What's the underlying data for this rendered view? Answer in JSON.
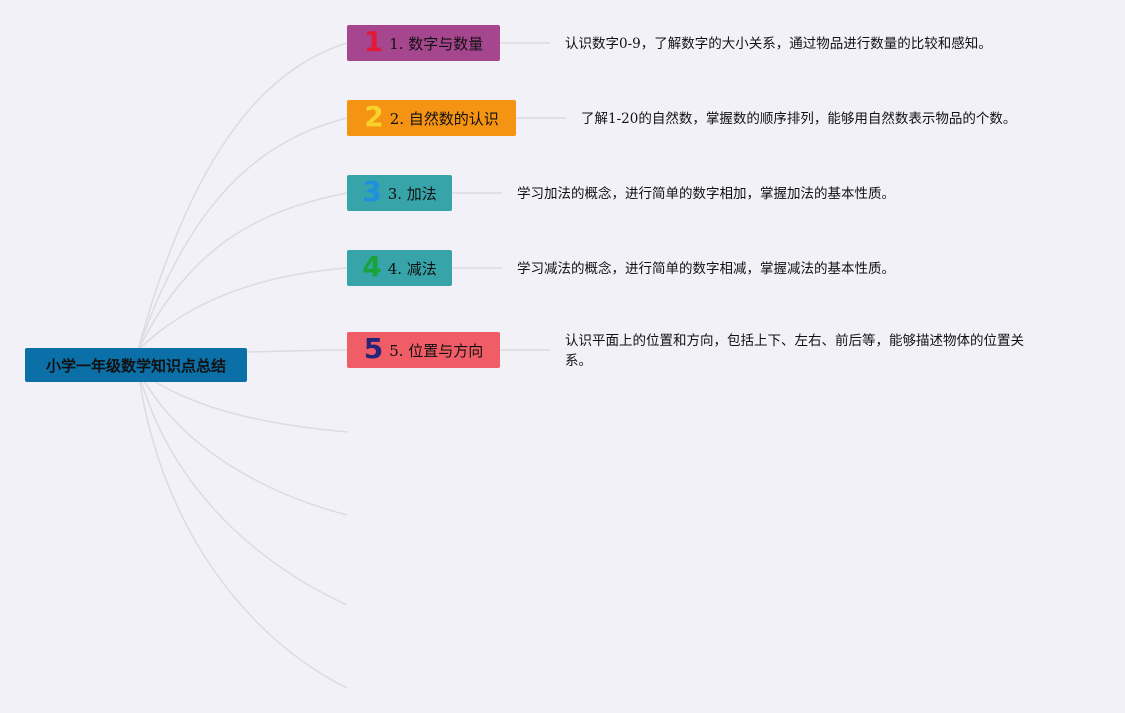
{
  "root": {
    "label": "小学一年级数学知识点总结",
    "color": "#0b6fa8"
  },
  "topics": [
    {
      "icon": "1",
      "icon_name": "number-one-icon",
      "icon_color": "#e21a3a",
      "label": "1. 数字与数量",
      "color": "#a5468f",
      "description": "认识数字0-9，了解数字的大小关系，通过物品进行数量的比较和感知。"
    },
    {
      "icon": "2",
      "icon_name": "number-two-icon",
      "icon_color": "#f7d22b",
      "label": "2. 自然数的认识",
      "color": "#f59313",
      "description": "了解1-20的自然数，掌握数的顺序排列，能够用自然数表示物品的个数。"
    },
    {
      "icon": "3",
      "icon_name": "number-three-icon",
      "icon_color": "#1f8fe0",
      "label": "3. 加法",
      "color": "#36a4a8",
      "description": "学习加法的概念，进行简单的数字相加，掌握加法的基本性质。"
    },
    {
      "icon": "4",
      "icon_name": "number-four-icon",
      "icon_color": "#1aa33a",
      "label": "4. 减法",
      "color": "#36a4a8",
      "description": "学习减法的概念，进行简单的数字相减，掌握减法的基本性质。"
    },
    {
      "icon": "5",
      "icon_name": "number-five-icon",
      "icon_color": "#25237a",
      "label": "5. 位置与方向",
      "color": "#f05d66",
      "description": "认识平面上的位置和方向，包括上下、左右、前后等，能够描述物体的位置关系。"
    }
  ]
}
